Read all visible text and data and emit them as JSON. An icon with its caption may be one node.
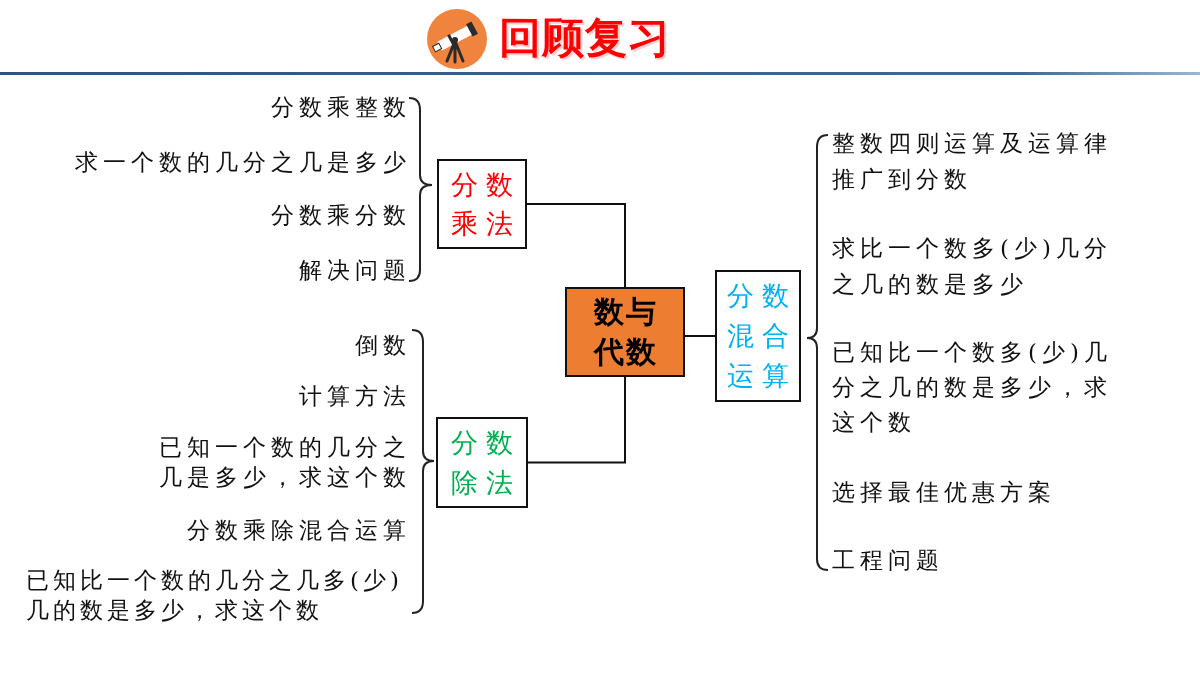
{
  "diagram": {
    "title": "回顾复习",
    "nodes": [
      {
        "text": [
          "数与代数"
        ]
      },
      {
        "text": [
          "分数乘法"
        ]
      },
      {
        "text": [
          "分数除法"
        ]
      },
      {
        "text": [
          "分数混合运算"
        ]
      }
    ],
    "edges": [
      {
        "from": 0,
        "to": 1,
        "arrow": "none"
      },
      {
        "from": 0,
        "to": 2,
        "arrow": "none"
      },
      {
        "from": 0,
        "to": 3,
        "arrow": "none"
      }
    ],
    "labels": [
      "分数乘整数",
      "求一个数的几分之几是多少",
      "分数乘分数",
      "解决问题",
      "倒数",
      "计算方法",
      "已知一个数的几分之几是多少，求这个数",
      "分数乘除混合运算",
      "已知比一个数的几分之几多(少)几的数是多少，求这个数",
      "整数四则运算及运算律推广到分数",
      "求比一个数多(少)几分之几的数是多少",
      "已知比一个数多(少)几分之几的数是多少，求这个数",
      "选择最佳优惠方案",
      "工程问题"
    ]
  }
}
